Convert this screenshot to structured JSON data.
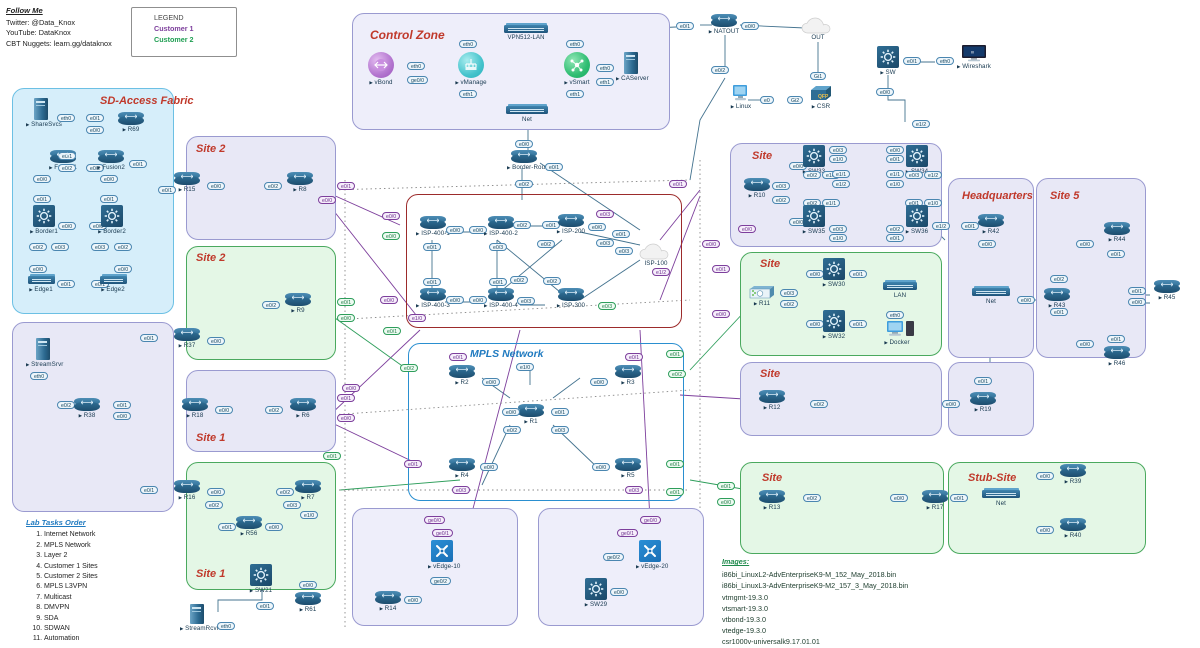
{
  "header": {
    "title": "Follow Me",
    "lines": [
      "Twitter: @Data_Knox",
      "YouTube: DataKnox",
      "CBT Nuggets: learn.gg/dataknox"
    ]
  },
  "legend": {
    "title": "LEGEND",
    "items": [
      {
        "label": "Customer 1",
        "color": "#7d3f9c"
      },
      {
        "label": "Customer 2",
        "color": "#1f9e52"
      }
    ]
  },
  "tasks": {
    "title": "Lab Tasks Order",
    "items": [
      "Internet Network",
      "MPLS Network",
      "Layer 2",
      "Customer 1 Sites",
      "Customer 2 Sites",
      "MPLS L3VPN",
      "Multicast",
      "DMVPN",
      "SDA",
      "SDWAN",
      "Automation"
    ]
  },
  "images": {
    "title": "Images:",
    "items": [
      "i86bi_LinuxL2-AdvEnterpriseK9-M_152_May_2018.bin",
      "i86bi_LinuxL3-AdvEnterpriseK9-M2_157_3_May_2018.bin",
      "vtmgmt-19.3.0",
      "vtsmart-19.3.0",
      "vtbond-19.3.0",
      "vtedge-19.3.0",
      "csr1000v-universalk9.17.01.01"
    ]
  },
  "zones": [
    {
      "id": "sda",
      "title": "SD-Access Fabric",
      "fill": "#d6eefa",
      "stroke": "#6cc0e4"
    },
    {
      "id": "control",
      "title": "Control Zone",
      "fill": "#eeeefa",
      "stroke": "#9a9ad0"
    },
    {
      "id": "site2p",
      "title": "Site 2",
      "fill": "#e8e8f6",
      "stroke": "#9a9ad0"
    },
    {
      "id": "site2g",
      "title": "Site 2",
      "fill": "#e4f7e6",
      "stroke": "#4aa95e"
    },
    {
      "id": "site1p",
      "title": "Site 1",
      "fill": "#e8e8f6",
      "stroke": "#9a9ad0"
    },
    {
      "id": "site1g",
      "title": "Site 1",
      "fill": "#e4f7e6",
      "stroke": "#4aa95e"
    },
    {
      "id": "streamzone",
      "title": "",
      "fill": "#e8e8f6",
      "stroke": "#9a9ad0"
    },
    {
      "id": "isp",
      "title": "",
      "fill": "#ffffff",
      "stroke": "#9c2b2b"
    },
    {
      "id": "mpls",
      "title": "MPLS Network",
      "fill": "#ffffff",
      "stroke": "#2a8fd0"
    },
    {
      "id": "vedge10",
      "title": "",
      "fill": "#eeeefa",
      "stroke": "#9a9ad0"
    },
    {
      "id": "vedge20",
      "title": "",
      "fill": "#eeeefa",
      "stroke": "#9a9ad0"
    },
    {
      "id": "siteR10",
      "title": "Site",
      "fill": "#e8e8f6",
      "stroke": "#9a9ad0"
    },
    {
      "id": "siteR11",
      "title": "Site",
      "fill": "#e4f7e6",
      "stroke": "#4aa95e"
    },
    {
      "id": "siteR12",
      "title": "Site",
      "fill": "#e8e8f6",
      "stroke": "#9a9ad0"
    },
    {
      "id": "siteR19",
      "title": "",
      "fill": "#e8e8f6",
      "stroke": "#9a9ad0"
    },
    {
      "id": "hq",
      "title": "Headquarters",
      "fill": "#e8e8f6",
      "stroke": "#9a9ad0"
    },
    {
      "id": "site5",
      "title": "Site 5",
      "fill": "#e8e8f6",
      "stroke": "#9a9ad0"
    },
    {
      "id": "siteR13",
      "title": "Site",
      "fill": "#e4f7e6",
      "stroke": "#4aa95e"
    },
    {
      "id": "stub",
      "title": "Stub-Site",
      "fill": "#e4f7e6",
      "stroke": "#4aa95e"
    }
  ],
  "nodes": {
    "shareSvcs": {
      "label": "ShareSvcs",
      "type": "server"
    },
    "r69": {
      "label": "R69",
      "type": "router"
    },
    "fusion1": {
      "label": "Fusion1",
      "type": "router"
    },
    "fusion2": {
      "label": "Fusion2",
      "type": "router"
    },
    "border1": {
      "label": "Border1",
      "type": "msw"
    },
    "border2": {
      "label": "Border2",
      "type": "msw"
    },
    "edge1": {
      "label": "Edge1",
      "type": "switch"
    },
    "edge2": {
      "label": "Edge2",
      "type": "switch"
    },
    "vbond": {
      "label": "vBond",
      "type": "vbond"
    },
    "vmanage": {
      "label": "vManage",
      "type": "vmanage"
    },
    "vsmart": {
      "label": "vSmart",
      "type": "vsmart"
    },
    "caserver": {
      "label": "CAServer",
      "type": "server"
    },
    "vpn512lan": {
      "label": "VPN512-LAN",
      "type": "switch"
    },
    "netctl": {
      "label": "Net",
      "type": "switch"
    },
    "borderRouter": {
      "label": "Border-Router",
      "type": "router"
    },
    "natout": {
      "label": "NATOUT",
      "type": "router"
    },
    "out": {
      "label": "OUT",
      "type": "cloud"
    },
    "csr": {
      "label": "CSR",
      "type": "csr"
    },
    "linux": {
      "label": "Linux",
      "type": "pc"
    },
    "sw": {
      "label": "SW",
      "type": "msw"
    },
    "wireshark": {
      "label": "Wireshark",
      "type": "monitor"
    },
    "isp4001": {
      "label": "ISP-400-1",
      "type": "router"
    },
    "isp4002": {
      "label": "ISP-400-2",
      "type": "router"
    },
    "isp200": {
      "label": "ISP-200",
      "type": "router"
    },
    "isp4003": {
      "label": "ISP-400-3",
      "type": "router"
    },
    "isp4004": {
      "label": "ISP-400-4",
      "type": "router"
    },
    "isp300": {
      "label": "ISP-300",
      "type": "router"
    },
    "isp100": {
      "label": "ISP-100",
      "type": "cloud"
    },
    "r1": {
      "label": "R1",
      "type": "router"
    },
    "r2": {
      "label": "R2",
      "type": "router"
    },
    "r3": {
      "label": "R3",
      "type": "router"
    },
    "r4": {
      "label": "R4",
      "type": "router"
    },
    "r5": {
      "label": "R5",
      "type": "router"
    },
    "r6": {
      "label": "R6",
      "type": "router"
    },
    "r7": {
      "label": "R7",
      "type": "router"
    },
    "r8": {
      "label": "R8",
      "type": "router"
    },
    "r9": {
      "label": "R9",
      "type": "router"
    },
    "r10": {
      "label": "R10",
      "type": "router"
    },
    "r11": {
      "label": "R11",
      "type": "firewall"
    },
    "r12": {
      "label": "R12",
      "type": "router"
    },
    "r13": {
      "label": "R13",
      "type": "router"
    },
    "r14": {
      "label": "R14",
      "type": "router"
    },
    "r15": {
      "label": "R15",
      "type": "router"
    },
    "r16": {
      "label": "R16",
      "type": "router"
    },
    "r17": {
      "label": "R17",
      "type": "router"
    },
    "r18": {
      "label": "R18",
      "type": "router"
    },
    "r19": {
      "label": "R19",
      "type": "router"
    },
    "r37": {
      "label": "R37",
      "type": "router"
    },
    "r38": {
      "label": "R38",
      "type": "router"
    },
    "r39": {
      "label": "R39",
      "type": "router"
    },
    "r40": {
      "label": "R40",
      "type": "router"
    },
    "r42": {
      "label": "R42",
      "type": "router"
    },
    "r43": {
      "label": "R43",
      "type": "router"
    },
    "r44": {
      "label": "R44",
      "type": "router"
    },
    "r45": {
      "label": "R45",
      "type": "router"
    },
    "r46": {
      "label": "R46",
      "type": "router"
    },
    "r56": {
      "label": "R56",
      "type": "router"
    },
    "r61": {
      "label": "R61",
      "type": "router"
    },
    "sw21": {
      "label": "SW21",
      "type": "msw"
    },
    "sw29": {
      "label": "SW29",
      "type": "msw"
    },
    "sw30": {
      "label": "SW30",
      "type": "msw"
    },
    "sw32": {
      "label": "SW32",
      "type": "msw"
    },
    "sw33": {
      "label": "SW33",
      "type": "msw"
    },
    "sw34": {
      "label": "SW34",
      "type": "msw"
    },
    "sw35": {
      "label": "SW35",
      "type": "msw"
    },
    "sw36": {
      "label": "SW36",
      "type": "msw"
    },
    "lan": {
      "label": "LAN",
      "type": "switch"
    },
    "docker": {
      "label": "Docker",
      "type": "pc"
    },
    "hqnet": {
      "label": "Net",
      "type": "switch"
    },
    "stubnet": {
      "label": "Net",
      "type": "switch"
    },
    "vedge10": {
      "label": "vEdge-10",
      "type": "vedge"
    },
    "vedge20": {
      "label": "vEdge-20",
      "type": "vedge"
    },
    "streamSrvr": {
      "label": "StreamSrvr",
      "type": "server"
    },
    "streamRcvr": {
      "label": "StreamRcvr",
      "type": "server"
    }
  },
  "ports": {
    "sda": [
      "eth0",
      "e0/1",
      "e0/0",
      "e0/1",
      "e0/2",
      "e0/2",
      "e0/1",
      "e0/1",
      "e0/0",
      "e0/1",
      "e0/0",
      "e0/0",
      "e0/0",
      "e0/1",
      "e0/2",
      "e0/3",
      "e0/3",
      "e0/2",
      "e0/0",
      "e0/1",
      "e0/1",
      "e0/0"
    ],
    "generic": [
      "e0/0",
      "e0/1",
      "e0/2",
      "e0/3",
      "e1/0",
      "e1/1",
      "e1/2",
      "eth0",
      "eth1",
      "ge0/0",
      "ge0/1",
      "ge0/2",
      "Gi1",
      "Gi2",
      "e0"
    ]
  },
  "colors": {
    "customer1": "#7d3f9c",
    "customer2": "#1f9e52",
    "link": "#44738f",
    "ispBorder": "#9c2b2b",
    "mplsBorder": "#2a8fd0",
    "zoneTitle": "#c0392b"
  }
}
